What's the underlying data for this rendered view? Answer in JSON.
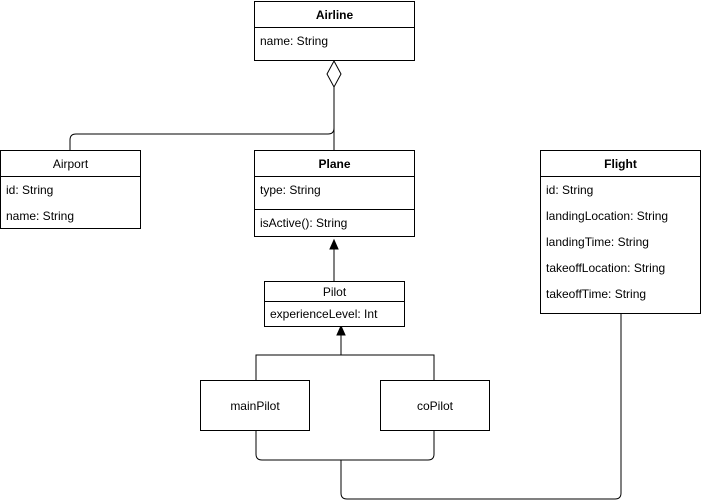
{
  "classes": {
    "airline": {
      "name": "Airline",
      "attributes": [
        "name: String"
      ]
    },
    "airport": {
      "name": "Airport",
      "attributes": [
        "id: String",
        "name: String"
      ]
    },
    "plane": {
      "name": "Plane",
      "attributes": [
        "type: String"
      ],
      "methods": [
        "isActive(): String"
      ]
    },
    "pilot": {
      "name": "Pilot",
      "attributes": [
        "experienceLevel: Int"
      ]
    },
    "flight": {
      "name": "Flight",
      "attributes": [
        "id: String",
        "landingLocation: String",
        "landingTime: String",
        "takeoffLocation: String",
        "takeoffTime: String"
      ]
    }
  },
  "boxes": {
    "main_pilot": "mainPilot",
    "co_pilot": "coPilot"
  },
  "colors": {
    "stroke": "#000000",
    "fill": "#ffffff"
  }
}
